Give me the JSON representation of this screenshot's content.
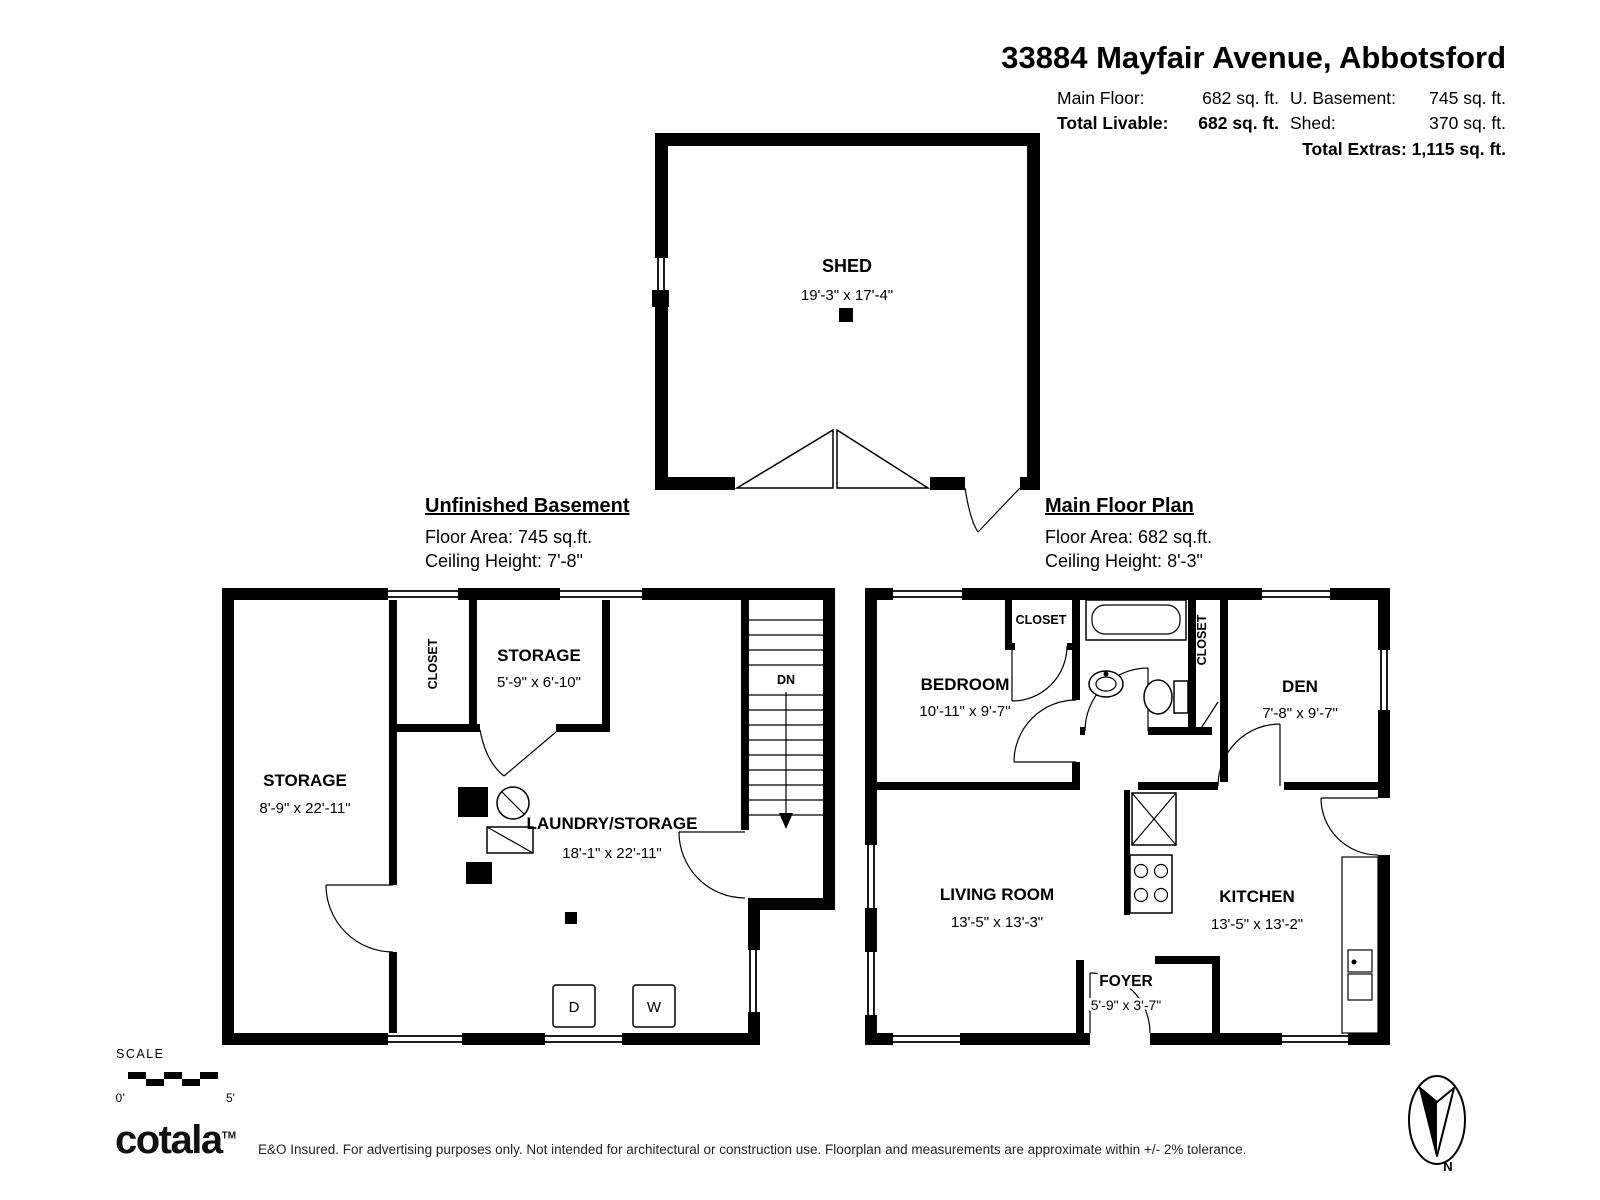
{
  "colors": {
    "ink": "#000000",
    "paper": "#ffffff"
  },
  "header": {
    "title": "33884 Mayfair Avenue, Abbotsford",
    "main_floor_label": "Main Floor:",
    "main_floor_value": "682 sq. ft.",
    "total_livable_label": "Total Livable:",
    "total_livable_value": "682 sq. ft.",
    "u_basement_label": "U. Basement:",
    "u_basement_value": "745 sq. ft.",
    "shed_label": "Shed:",
    "shed_value": "370 sq. ft.",
    "total_extras": "Total Extras: 1,115 sq. ft."
  },
  "shed": {
    "label": "SHED",
    "dims": "19'-3\" x 17'-4\""
  },
  "basement": {
    "heading": "Unfinished Basement",
    "floor_area": "Floor Area: 745 sq.ft.",
    "ceiling": "Ceiling Height: 7'-8\"",
    "storage_main": {
      "label": "STORAGE",
      "dims": "8'-9\" x 22'-11\""
    },
    "storage_small": {
      "label": "STORAGE",
      "dims": "5'-9\" x 6'-10\""
    },
    "closet": "CLOSET",
    "laundry": {
      "label": "LAUNDRY/STORAGE",
      "dims": "18'-1\" x 22'-11\""
    },
    "stairs_label": "DN",
    "dryer": "D",
    "washer": "W"
  },
  "main_floor": {
    "heading": "Main Floor Plan",
    "floor_area": "Floor Area: 682 sq.ft.",
    "ceiling": "Ceiling Height: 8'-3\"",
    "bedroom": {
      "label": "BEDROOM",
      "dims": "10'-11\" x 9'-7\""
    },
    "closet_top": "CLOSET",
    "closet_side": "CLOSET",
    "den": {
      "label": "DEN",
      "dims": "7'-8\" x 9'-7\""
    },
    "living": {
      "label": "LIVING ROOM",
      "dims": "13'-5\" x 13'-3\""
    },
    "kitchen": {
      "label": "KITCHEN",
      "dims": "13'-5\" x 13'-2\""
    },
    "foyer": {
      "label": "FOYER",
      "dims": "5'-9\" x 3'-7\""
    }
  },
  "scale": {
    "label": "SCALE",
    "zero": "0'",
    "five": "5'"
  },
  "compass": {
    "north": "N"
  },
  "footer": {
    "brand": "cotala",
    "tm": "TM",
    "disclaimer": "E&O Insured. For advertising purposes only. Not intended for architectural or construction use. Floorplan and measurements are approximate within +/- 2% tolerance."
  }
}
